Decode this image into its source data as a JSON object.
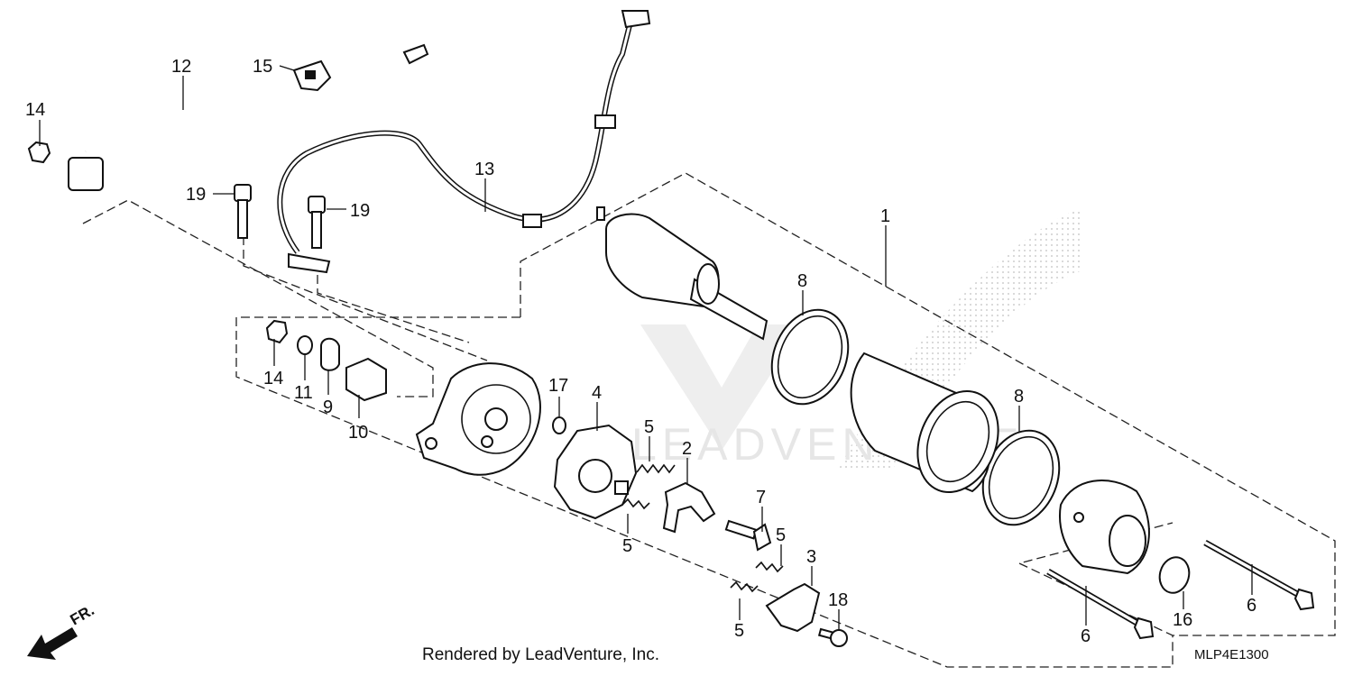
{
  "diagram": {
    "callouts": {
      "c1": "1",
      "c2": "2",
      "c3": "3",
      "c4": "4",
      "c5a": "5",
      "c5b": "5",
      "c5c": "5",
      "c5d": "5",
      "c6a": "6",
      "c6b": "6",
      "c7": "7",
      "c8a": "8",
      "c8b": "8",
      "c9": "9",
      "c10": "10",
      "c11": "11",
      "c12": "12",
      "c13": "13",
      "c14a": "14",
      "c14b": "14",
      "c15": "15",
      "c16": "16",
      "c17": "17",
      "c18": "18",
      "c19a": "19",
      "c19b": "19"
    },
    "direction_label": "FR.",
    "watermark_text": "LEADVENTURE"
  },
  "footer": {
    "rendered_by": "Rendered by LeadVenture, Inc.",
    "diagram_code": "MLP4E1300"
  },
  "colors": {
    "line": "#111111",
    "background": "#ffffff",
    "watermark": "#d8d8d8"
  }
}
